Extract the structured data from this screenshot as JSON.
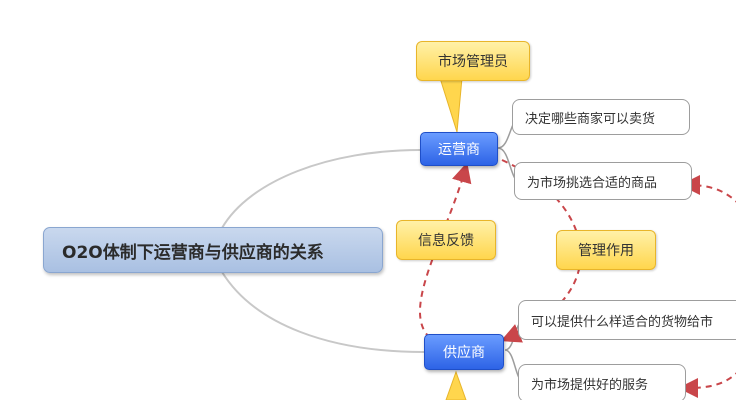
{
  "diagram": {
    "root": "O2O体制下运营商与供应商的关系",
    "operator": "运营商",
    "supplier": "供应商",
    "callout_market_admin": "市场管理员",
    "label_info_feedback": "信息反馈",
    "label_management": "管理作用",
    "operator_leaves": [
      "决定哪些商家可以卖货",
      "为市场挑选合适的商品"
    ],
    "supplier_leaves": [
      "可以提供什么样适合的货物给市",
      "为市场提供好的服务"
    ],
    "colors": {
      "blue_node": "#2d63e6",
      "yellow_node": "#ffd64d",
      "dashed_arrow": "#c9464a",
      "connector": "#c8c8c8"
    }
  }
}
